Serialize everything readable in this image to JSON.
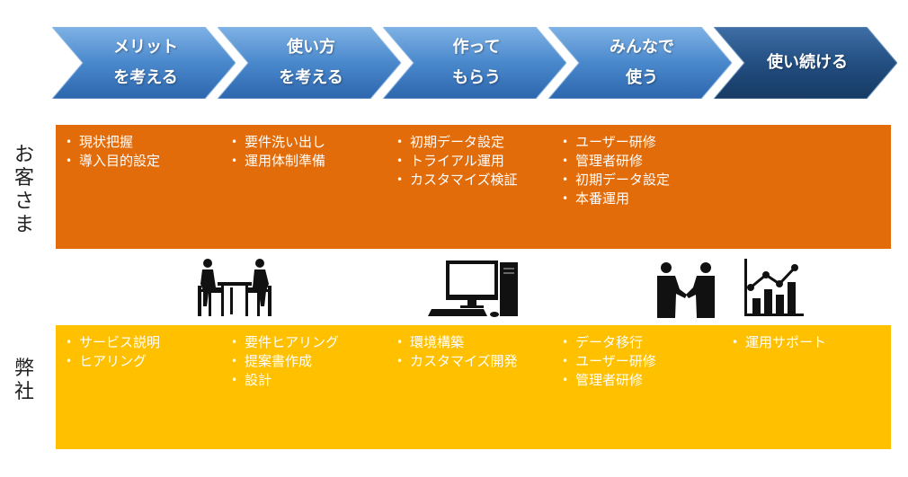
{
  "steps": [
    {
      "line1": "メリット",
      "line2": "を考える"
    },
    {
      "line1": "使い方",
      "line2": "を考える"
    },
    {
      "line1": "作って",
      "line2": "もらう"
    },
    {
      "line1": "みんなで",
      "line2": "使う"
    },
    {
      "line1": "使い続ける",
      "line2": ""
    }
  ],
  "customer": {
    "label_chars": [
      "お",
      "客",
      "さ",
      "ま"
    ],
    "columns": [
      [
        "現状把握",
        "導入目的設定"
      ],
      [
        "要件洗い出し",
        "運用体制準備"
      ],
      [
        "初期データ設定",
        "トライアル運用",
        "カスタマイズ検証"
      ],
      [
        "ユーザー研修",
        "管理者研修",
        "初期データ設定",
        "本番運用"
      ],
      []
    ]
  },
  "company": {
    "label_chars": [
      "弊",
      "社"
    ],
    "columns": [
      [
        "サービス説明",
        "ヒアリング"
      ],
      [
        "要件ヒアリング",
        "提案書作成",
        "設計"
      ],
      [
        "環境構築",
        "カスタマイズ開発"
      ],
      [
        "データ移行",
        "ユーザー研修",
        "管理者研修"
      ],
      [
        "運用サポート"
      ]
    ]
  },
  "icons": [
    "meeting-icon",
    "computer-icon",
    "handshake-icon",
    "growth-chart-icon"
  ],
  "colors": {
    "chevron_light_top": "#5b9bd5",
    "chevron_light_bottom": "#2e6eb5",
    "chevron_dark": "#1f4e79",
    "customer_band": "#e26b0a",
    "company_band": "#ffc000"
  }
}
